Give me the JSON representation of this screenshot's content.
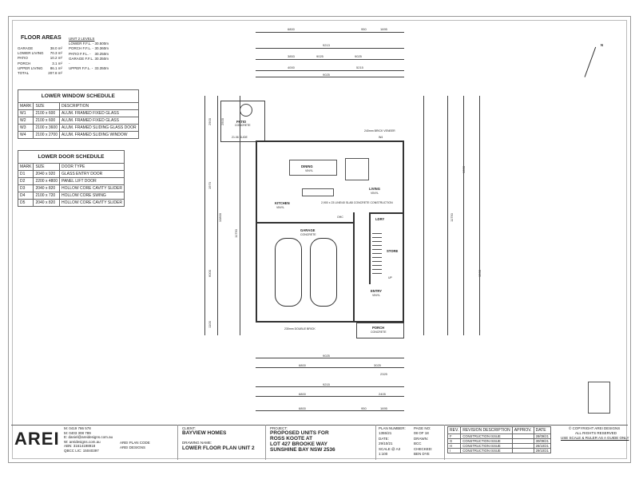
{
  "floor_areas": {
    "title": "FLOOR AREAS",
    "rows": [
      {
        "name": "GARAGE",
        "value": "38.0 m²"
      },
      {
        "name": "LOWER LIVING",
        "value": "70.3 m²"
      },
      {
        "name": "PATIO",
        "value": "10.2 m²"
      },
      {
        "name": "PORCH",
        "value": "3.1 m²"
      },
      {
        "name": "UPPER LIVING",
        "value": "86.1 m²"
      },
      {
        "name": "TOTAL",
        "value": "207.8 m²"
      }
    ],
    "levels_header": "UNIT 2 LEVELS",
    "levels": [
      {
        "name": "LOWER F.F.L. -",
        "value": "30.500m"
      },
      {
        "name": "PORCH F.F.L. -",
        "value": "30.360m"
      },
      {
        "name": "PATIO F.F.L. -",
        "value": "30.250m"
      },
      {
        "name": "GARAGE F.F.L. -",
        "value": "30.350m"
      },
      {
        "name": "UPPER F.F.L. -",
        "value": "33.350m"
      }
    ]
  },
  "window_schedule": {
    "title": "LOWER WINDOW SCHEDULE",
    "headers": [
      "MARK",
      "SIZE",
      "DESCRIPTION"
    ],
    "rows": [
      [
        "W1",
        "2100 x 600",
        "ALUM. FRAMED FIXED GLASS"
      ],
      [
        "W2",
        "2100 x 600",
        "ALUM. FRAMED FIXED GLASS"
      ],
      [
        "W3",
        "2100 x 3600",
        "ALUM. FRAMED SLIDING GLASS DOOR"
      ],
      [
        "W4",
        "2100 x 2700",
        "ALUM. FRAMED SLIDING WINDOW"
      ]
    ]
  },
  "door_schedule": {
    "title": "LOWER DOOR SCHEDULE",
    "headers": [
      "MARK",
      "SIZE",
      "DOOR TYPE"
    ],
    "rows": [
      [
        "D1",
        "2040 x 920",
        "GLASS ENTRY DOOR"
      ],
      [
        "D2",
        "2200 x 4800",
        "PANEL LIFT DOOR"
      ],
      [
        "D3",
        "2040 x 820",
        "HOLLOW CORE CAVITY SLIDER"
      ],
      [
        "D4",
        "2100 x 720",
        "HOLLOW CORE SWING"
      ],
      [
        "D5",
        "2040 x 820",
        "HOLLOW CORE CAVITY SLIDER"
      ]
    ]
  },
  "plan": {
    "rooms": {
      "patio": "PATIO",
      "patio_sub": "CONCRETE",
      "dining": "DINING",
      "dining_sub": "VINYL",
      "living": "LIVING",
      "living_sub": "VINYL",
      "kitchen": "KITCHEN",
      "kitchen_sub": "VINYL",
      "garage": "GARAGE",
      "garage_sub": "CONCRETE",
      "store": "STORE",
      "lobby": "LDRY",
      "entry": "ENTRY",
      "entry_sub": "VINYL",
      "porch": "PORCH",
      "porch_sub": "CONCRETE",
      "ohc": "OHC",
      "up": "UP",
      "slab": "2,900 x 23 LINE/40 SLAB CONCRETE CONSTRUCTION",
      "veneer": "240mm BRICK VENEER",
      "double_brick": "230mm DOUBLE BRICK",
      "w4": "W4",
      "w3": "21.06 SLIDE"
    },
    "top_dims": [
      "6800",
      "950",
      "1695",
      "9213",
      "3853",
      "9025",
      "9025",
      "4000",
      "5215",
      "9025"
    ],
    "bottom_dims": [
      "9025",
      "6800",
      "3025",
      "2325",
      "9215",
      "6800",
      "2405",
      "950",
      "1695"
    ],
    "side_dims": [
      "2900",
      "2500",
      "1970",
      "10800",
      "6000",
      "11750",
      "1100",
      "1300",
      "1900"
    ],
    "compass_label": "N"
  },
  "title_block": {
    "logo": "AREI",
    "contact": [
      "M: 0419 786 578",
      "M: 0403 308 789",
      "E: daniel@areidesigns.com.au",
      "W: areidesigns.com.au",
      "ABN: 31614198918",
      "QBCC LIC: 15040397"
    ],
    "plan_code_label": "AREI PLAN CODE",
    "plan_code": "AREI DESIGNS",
    "client_label": "CLIENT:",
    "client": "BAYVIEW HOMES",
    "drawing_label": "DRAWING NAME:",
    "drawing": "LOWER FLOOR PLAN UNIT 2",
    "project_label": "PROJECT:",
    "project": [
      "PROPOSED UNITS FOR",
      "ROSS KOOTE AT",
      "LOT 427 BROOKE WAY",
      "SUNSHINE BAY NSW 2536"
    ],
    "plan_number_label": "PLAN NUMBER:",
    "plan_number": "1355/21",
    "page_no_label": "PAGE NO:",
    "page_no": "08 OF 18",
    "date_label": "DATE:",
    "date": "29/10/21",
    "drawn_label": "DRAWN:",
    "drawn": "BCC",
    "scale_label": "SCALE @ A3",
    "scale": "1:100",
    "checked_label": "CHECKED:",
    "checked": "BEN DYE",
    "rev_headers": [
      "REV.",
      "REVISION DESCRIPTION",
      "APPROV.",
      "DATE"
    ],
    "revisions": [
      [
        "F",
        "CONSTRUCTION ISSUE",
        "",
        "28/09/21"
      ],
      [
        "G",
        "CONSTRUCTION ISSUE",
        "",
        "30/09/21"
      ],
      [
        "H",
        "CONSTRUCTION ISSUE",
        "",
        "26/10/21"
      ],
      [
        "I",
        "CONSTRUCTION ISSUE",
        "",
        "29/10/21"
      ]
    ],
    "copyright": "© COPYRIGHT AREI DESIGNS",
    "rights": "ALL RIGHTS RESERVED",
    "scale_note": "USE SCALE & RULER AS A GUIDE ONLY"
  }
}
